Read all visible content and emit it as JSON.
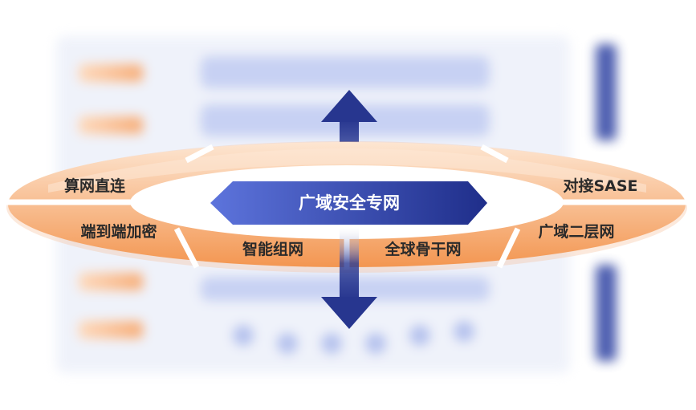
{
  "center": {
    "label": "广域安全专网"
  },
  "segments": {
    "top_left": "算网直连",
    "mid_left": "端到端加密",
    "bottom_left": "智能组网",
    "bottom_right": "全球骨干网",
    "mid_right": "广域二层网",
    "top_right": "对接SASE"
  },
  "colors": {
    "orange_light": "#fde3cc",
    "orange_dark": "#f0883e",
    "blue_light": "#5b72d9",
    "blue_dark": "#1e2f8c",
    "arrow": "#27368f"
  }
}
